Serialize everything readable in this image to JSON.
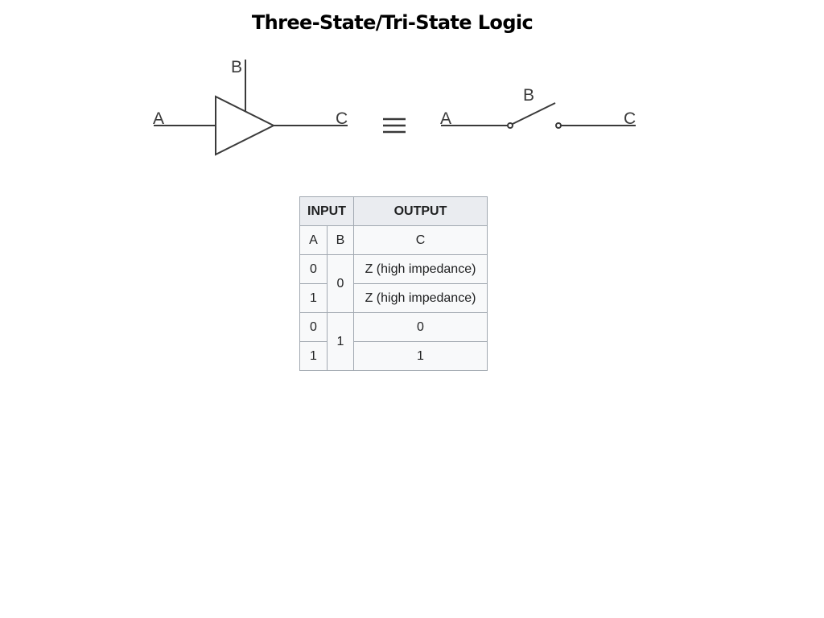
{
  "title": "Three-State/Tri-State Logic",
  "diagram": {
    "buffer_labels": {
      "a": "A",
      "b": "B",
      "c": "C"
    },
    "equivalence_symbol": "≡",
    "switch_labels": {
      "a": "A",
      "b": "B",
      "c": "C"
    },
    "stroke_color": "#3a3a3a"
  },
  "truth_table": {
    "header_input": "INPUT",
    "header_output": "OUTPUT",
    "col_a": "A",
    "col_b": "B",
    "col_c": "C",
    "rows": [
      {
        "a": "0",
        "b": "0",
        "c": "Z (high impedance)"
      },
      {
        "a": "1",
        "b": "0",
        "c": "Z (high impedance)"
      },
      {
        "a": "0",
        "b": "1",
        "c": "0"
      },
      {
        "a": "1",
        "b": "1",
        "c": "1"
      }
    ],
    "border_color": "#a2a9b1",
    "header_bg": "#eaecf0",
    "cell_bg": "#f8f9fa"
  }
}
